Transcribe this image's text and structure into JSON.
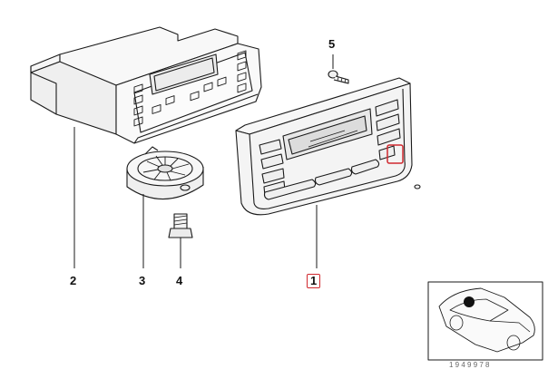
{
  "diagram": {
    "callouts": {
      "part_1": "1",
      "part_2": "2",
      "part_3": "3",
      "part_4": "4",
      "part_5": "5"
    },
    "highlight_color": "#d0282e",
    "line_color": "#1a1a1a",
    "fill_color": "#f4f4f4",
    "inset_caption": "1 9 4 9 9 7 8"
  }
}
